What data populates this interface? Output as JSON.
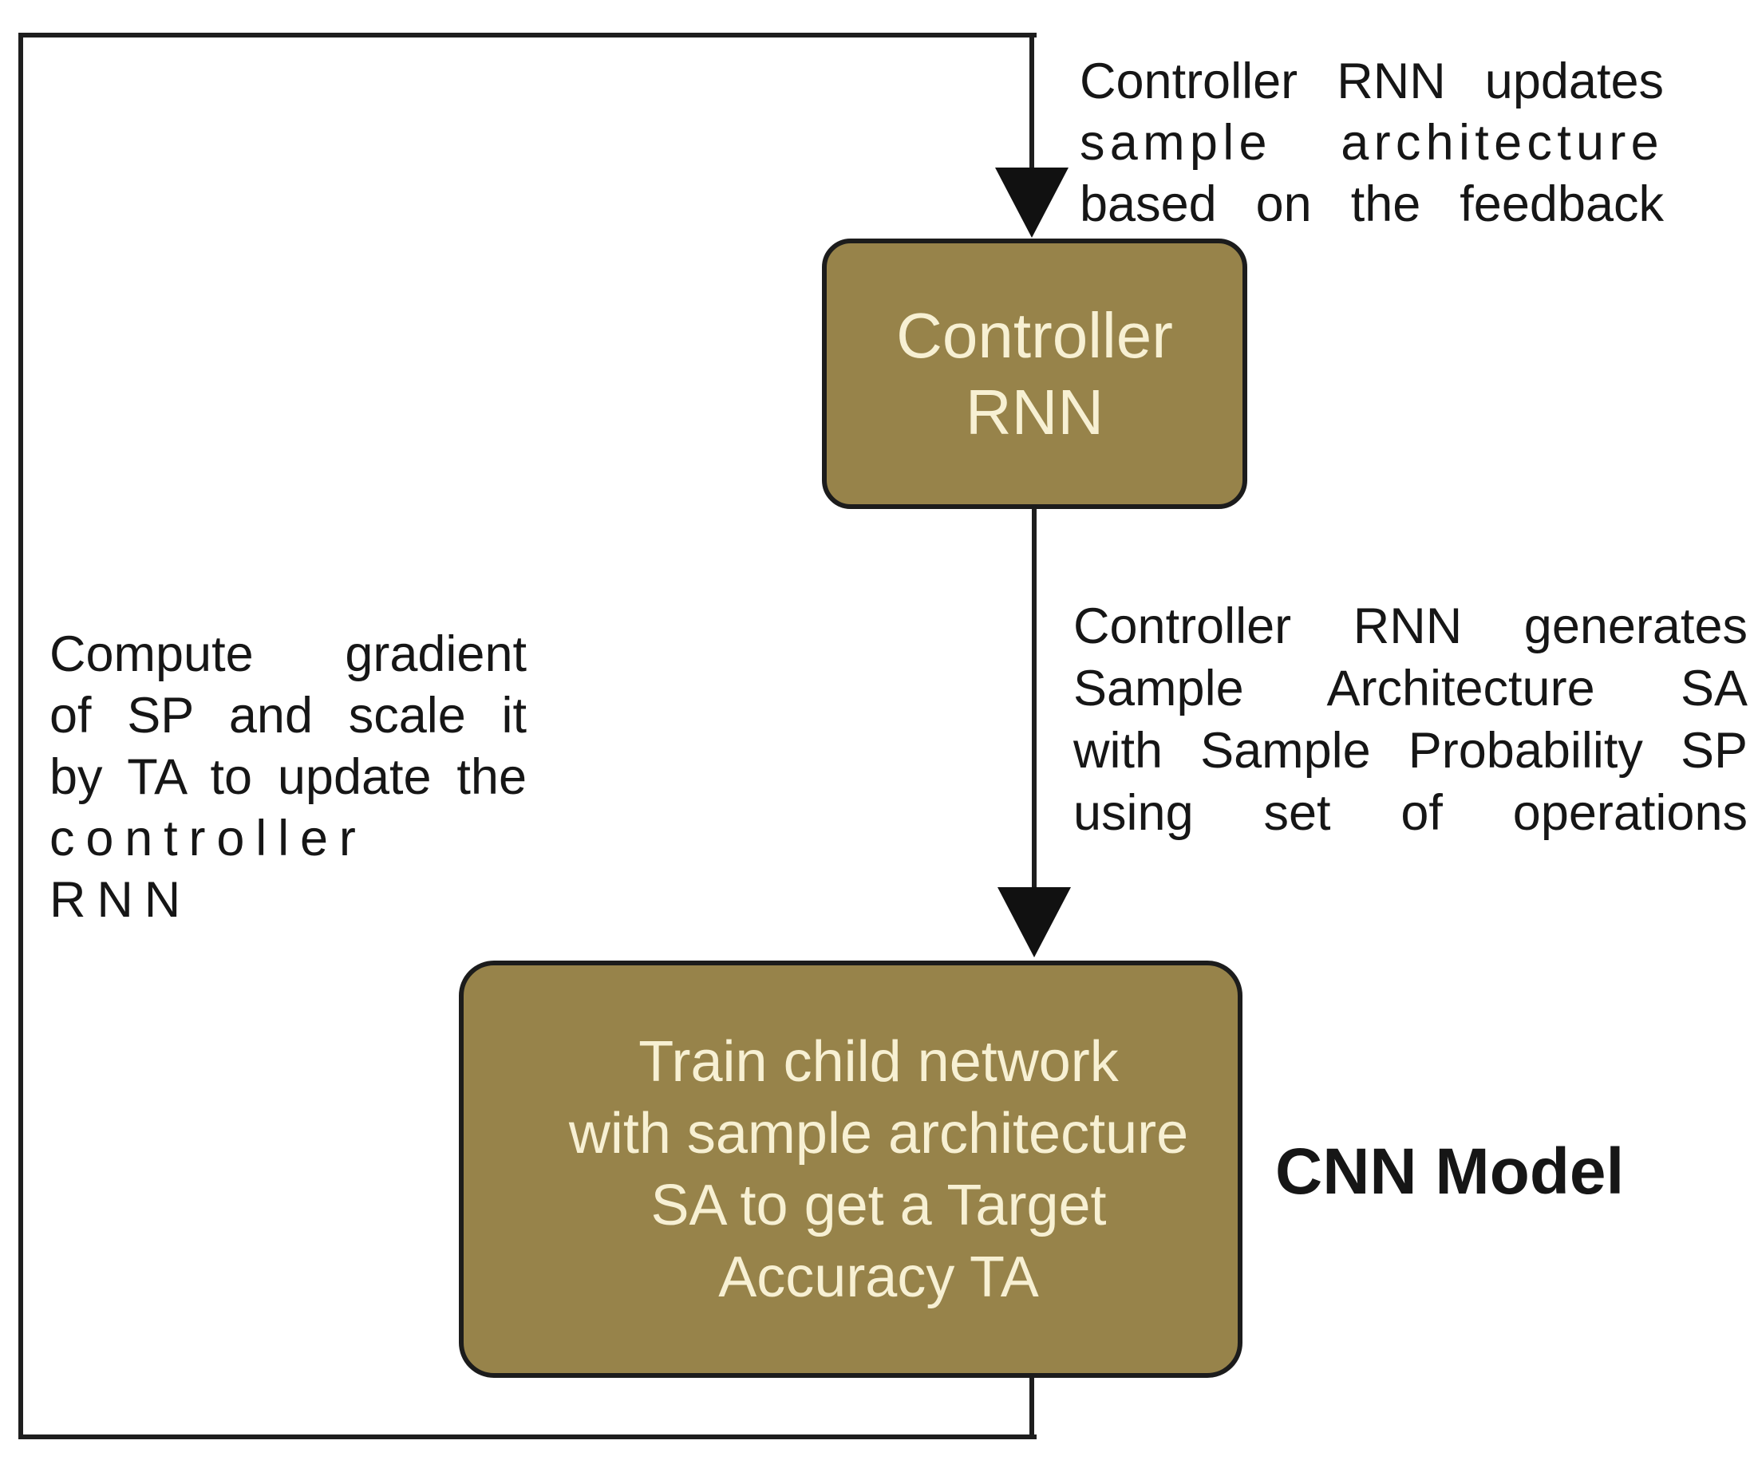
{
  "diagram": {
    "boxes": {
      "controller": {
        "label_lines": [
          "Controller",
          "RNN"
        ]
      },
      "cnn": {
        "label_lines": [
          "Train child network",
          "with sample architecture",
          "SA to get a Target",
          "Accuracy TA"
        ]
      }
    },
    "labels": {
      "cnn_model": "CNN Model"
    },
    "annotations": {
      "top_right": [
        "Controller RNN updates",
        "sample architecture",
        "based on the feedback"
      ],
      "mid_right": [
        "Controller RNN generates",
        "Sample Architecture SA",
        "with Sample Probability SP",
        "using set of operations"
      ],
      "left": [
        "Compute gradient",
        "of SP and scale it",
        "by TA to update the",
        "controller RNN"
      ]
    },
    "colors": {
      "box_fill": "#97834a",
      "box_border": "#1c1c1c",
      "box_text": "#f7f0d3",
      "line": "#1e1e1e",
      "annotation_text": "#161616",
      "background": "#ffffff"
    }
  }
}
